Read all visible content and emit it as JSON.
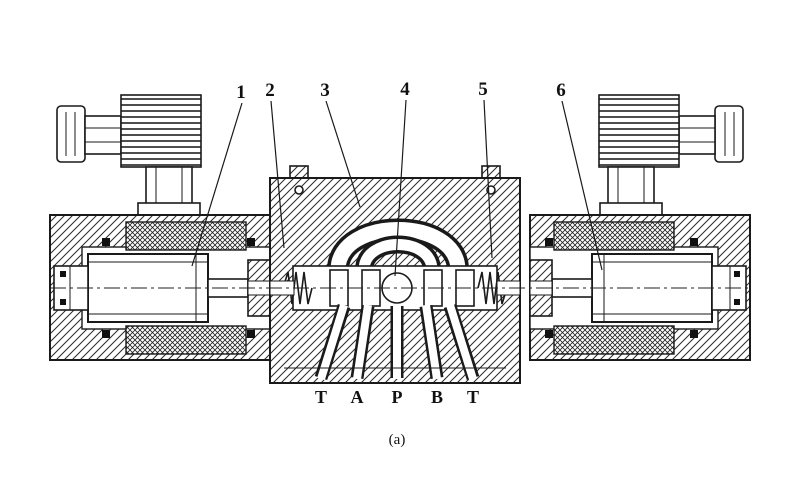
{
  "figure": {
    "caption": "(a)",
    "callouts": [
      "1",
      "2",
      "3",
      "4",
      "5",
      "6"
    ],
    "ports": [
      "T",
      "A",
      "P",
      "B",
      "T"
    ],
    "colors": {
      "line": "#1a1a1a",
      "background": "#ffffff"
    }
  }
}
